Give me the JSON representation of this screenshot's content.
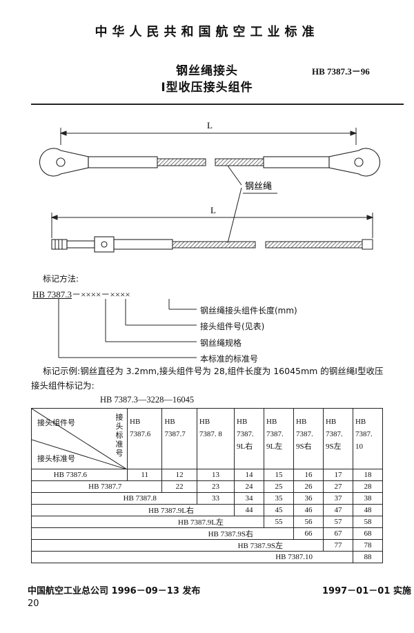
{
  "header": {
    "org_standard": "中华人民共和国航空工业标准",
    "title_line1": "钢丝绳接头",
    "title_line2": "Ⅰ型收压接头组件",
    "std_code": "HB 7387.3－96"
  },
  "figure": {
    "dim_top": "L",
    "dim_bottom": "L",
    "rope_label": "钢丝绳"
  },
  "marking": {
    "heading": "标记方法:",
    "pattern_prefix": "HB 7387.3",
    "pattern_rest": "－××××－××××",
    "callouts": [
      "钢丝绳接头组件长度(mm)",
      "接头组件号(见表)",
      "钢丝绳规格",
      "本标准的标准号"
    ],
    "example_line1": "标记示例:钢丝直径为 3.2mm,接头组件号为 28,组件长度为 16045mm 的钢丝绳Ⅰ型收压",
    "example_line2": "接头组件标记为:",
    "example_code": "HB 7387.3—3228—16045"
  },
  "table": {
    "corner_top": "接头标准号",
    "corner_middle": "接头组件号",
    "corner_bottom": "接头标准号",
    "columns": [
      [
        "HB",
        "7387.6"
      ],
      [
        "HB",
        "7387.7"
      ],
      [
        "HB",
        "7387. 8"
      ],
      [
        "HB",
        "7387.",
        "9L右"
      ],
      [
        "HB",
        "7387.",
        "9L左"
      ],
      [
        "HB",
        "7387.",
        "9S右"
      ],
      [
        "HB",
        "7387.",
        "9S左"
      ],
      [
        "HB",
        "7387.",
        "10"
      ]
    ],
    "rows": [
      {
        "label": "HB 7387.6",
        "cells": [
          "11",
          "12",
          "13",
          "14",
          "15",
          "16",
          "17",
          "18"
        ]
      },
      {
        "label": "HB 7387.7",
        "cells": [
          "",
          "22",
          "23",
          "24",
          "25",
          "26",
          "27",
          "28"
        ]
      },
      {
        "label": "HB 7387.8",
        "cells": [
          "",
          "",
          "33",
          "34",
          "35",
          "36",
          "37",
          "38"
        ]
      },
      {
        "label": "HB 7387.9L右",
        "cells": [
          "",
          "",
          "",
          "44",
          "45",
          "46",
          "47",
          "48"
        ]
      },
      {
        "label": "HB 7387.9L左",
        "cells": [
          "",
          "",
          "",
          "",
          "55",
          "56",
          "57",
          "58"
        ]
      },
      {
        "label": "HB 7387.9S右",
        "cells": [
          "",
          "",
          "",
          "",
          "",
          "66",
          "67",
          "68"
        ]
      },
      {
        "label": "HB 7387.9S左",
        "cells": [
          "",
          "",
          "",
          "",
          "",
          "",
          "77",
          "78"
        ]
      },
      {
        "label": "HB 7387.10",
        "cells": [
          "",
          "",
          "",
          "",
          "",
          "",
          "",
          "88"
        ]
      }
    ]
  },
  "footer": {
    "issued": "中国航空工业总公司 1996－09－13 发布",
    "effective": "1997－01－01 实施",
    "page": "20"
  }
}
